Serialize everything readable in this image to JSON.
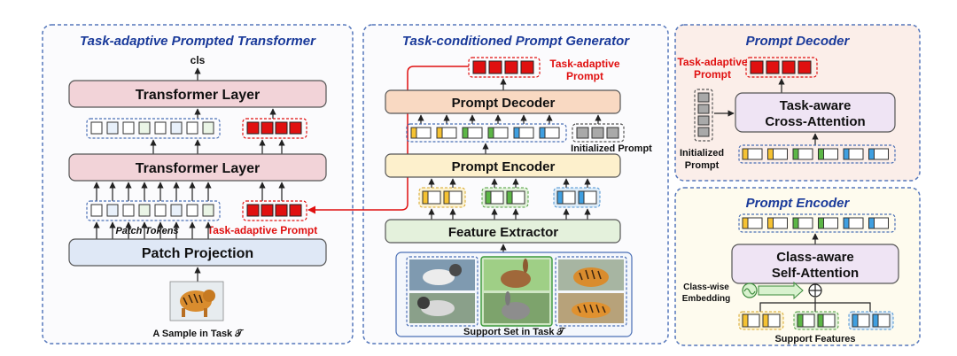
{
  "panels": {
    "left": {
      "title": "Task-adaptive Prompted Transformer"
    },
    "middle": {
      "title": "Task-conditioned  Prompt Generator"
    },
    "decoder": {
      "title": "Prompt Decoder"
    },
    "encoder": {
      "title": "Prompt Encoder"
    }
  },
  "left": {
    "cls": "cls",
    "layer_top": "Transformer Layer",
    "layer_bottom": "Transformer Layer",
    "patch_tokens": "Patch Tokens",
    "task_prompt": "Task-adaptive Prompt",
    "patch_projection": "Patch Projection",
    "sample_caption": "A Sample in Task 𝒯"
  },
  "middle": {
    "task_prompt_line1": "Task-adaptive",
    "task_prompt_line2": "Prompt",
    "prompt_decoder": "Prompt Decoder",
    "initialized_prompt": "Initialized Prompt",
    "prompt_encoder": "Prompt Encoder",
    "feature_extractor": "Feature Extractor",
    "support_caption": "Support Set in Task 𝒯"
  },
  "decoder": {
    "task_prompt_line1": "Task-adaptive",
    "task_prompt_line2": "Prompt",
    "attn_line1": "Task-aware",
    "attn_line2": "Cross-Attention",
    "init_line1": "Initialized",
    "init_line2": "Prompt"
  },
  "encoder": {
    "attn_line1": "Class-aware",
    "attn_line2": "Self-Attention",
    "emb_line1": "Class-wise",
    "emb_line2": "Embedding",
    "support_features": "Support Features"
  },
  "colors": {
    "accent_red": "#e01010",
    "title_blue": "#1a3a9a",
    "panel_border": "#5577bb",
    "transformer_fill": "#f2d3d8",
    "projection_fill": "#dfe8f6",
    "decoder_fill": "#f9d9c2",
    "encoder_fill": "#fdf0cc",
    "extractor_fill": "#e4f1dc",
    "attention_fill": "#efe4f4",
    "decoder_panel_bg": "#fbeee9",
    "encoder_panel_bg": "#fefbee",
    "yellow": "#f5c232",
    "green": "#5cb646",
    "blue": "#3f9fe0",
    "grey": "#a9a9a9"
  }
}
